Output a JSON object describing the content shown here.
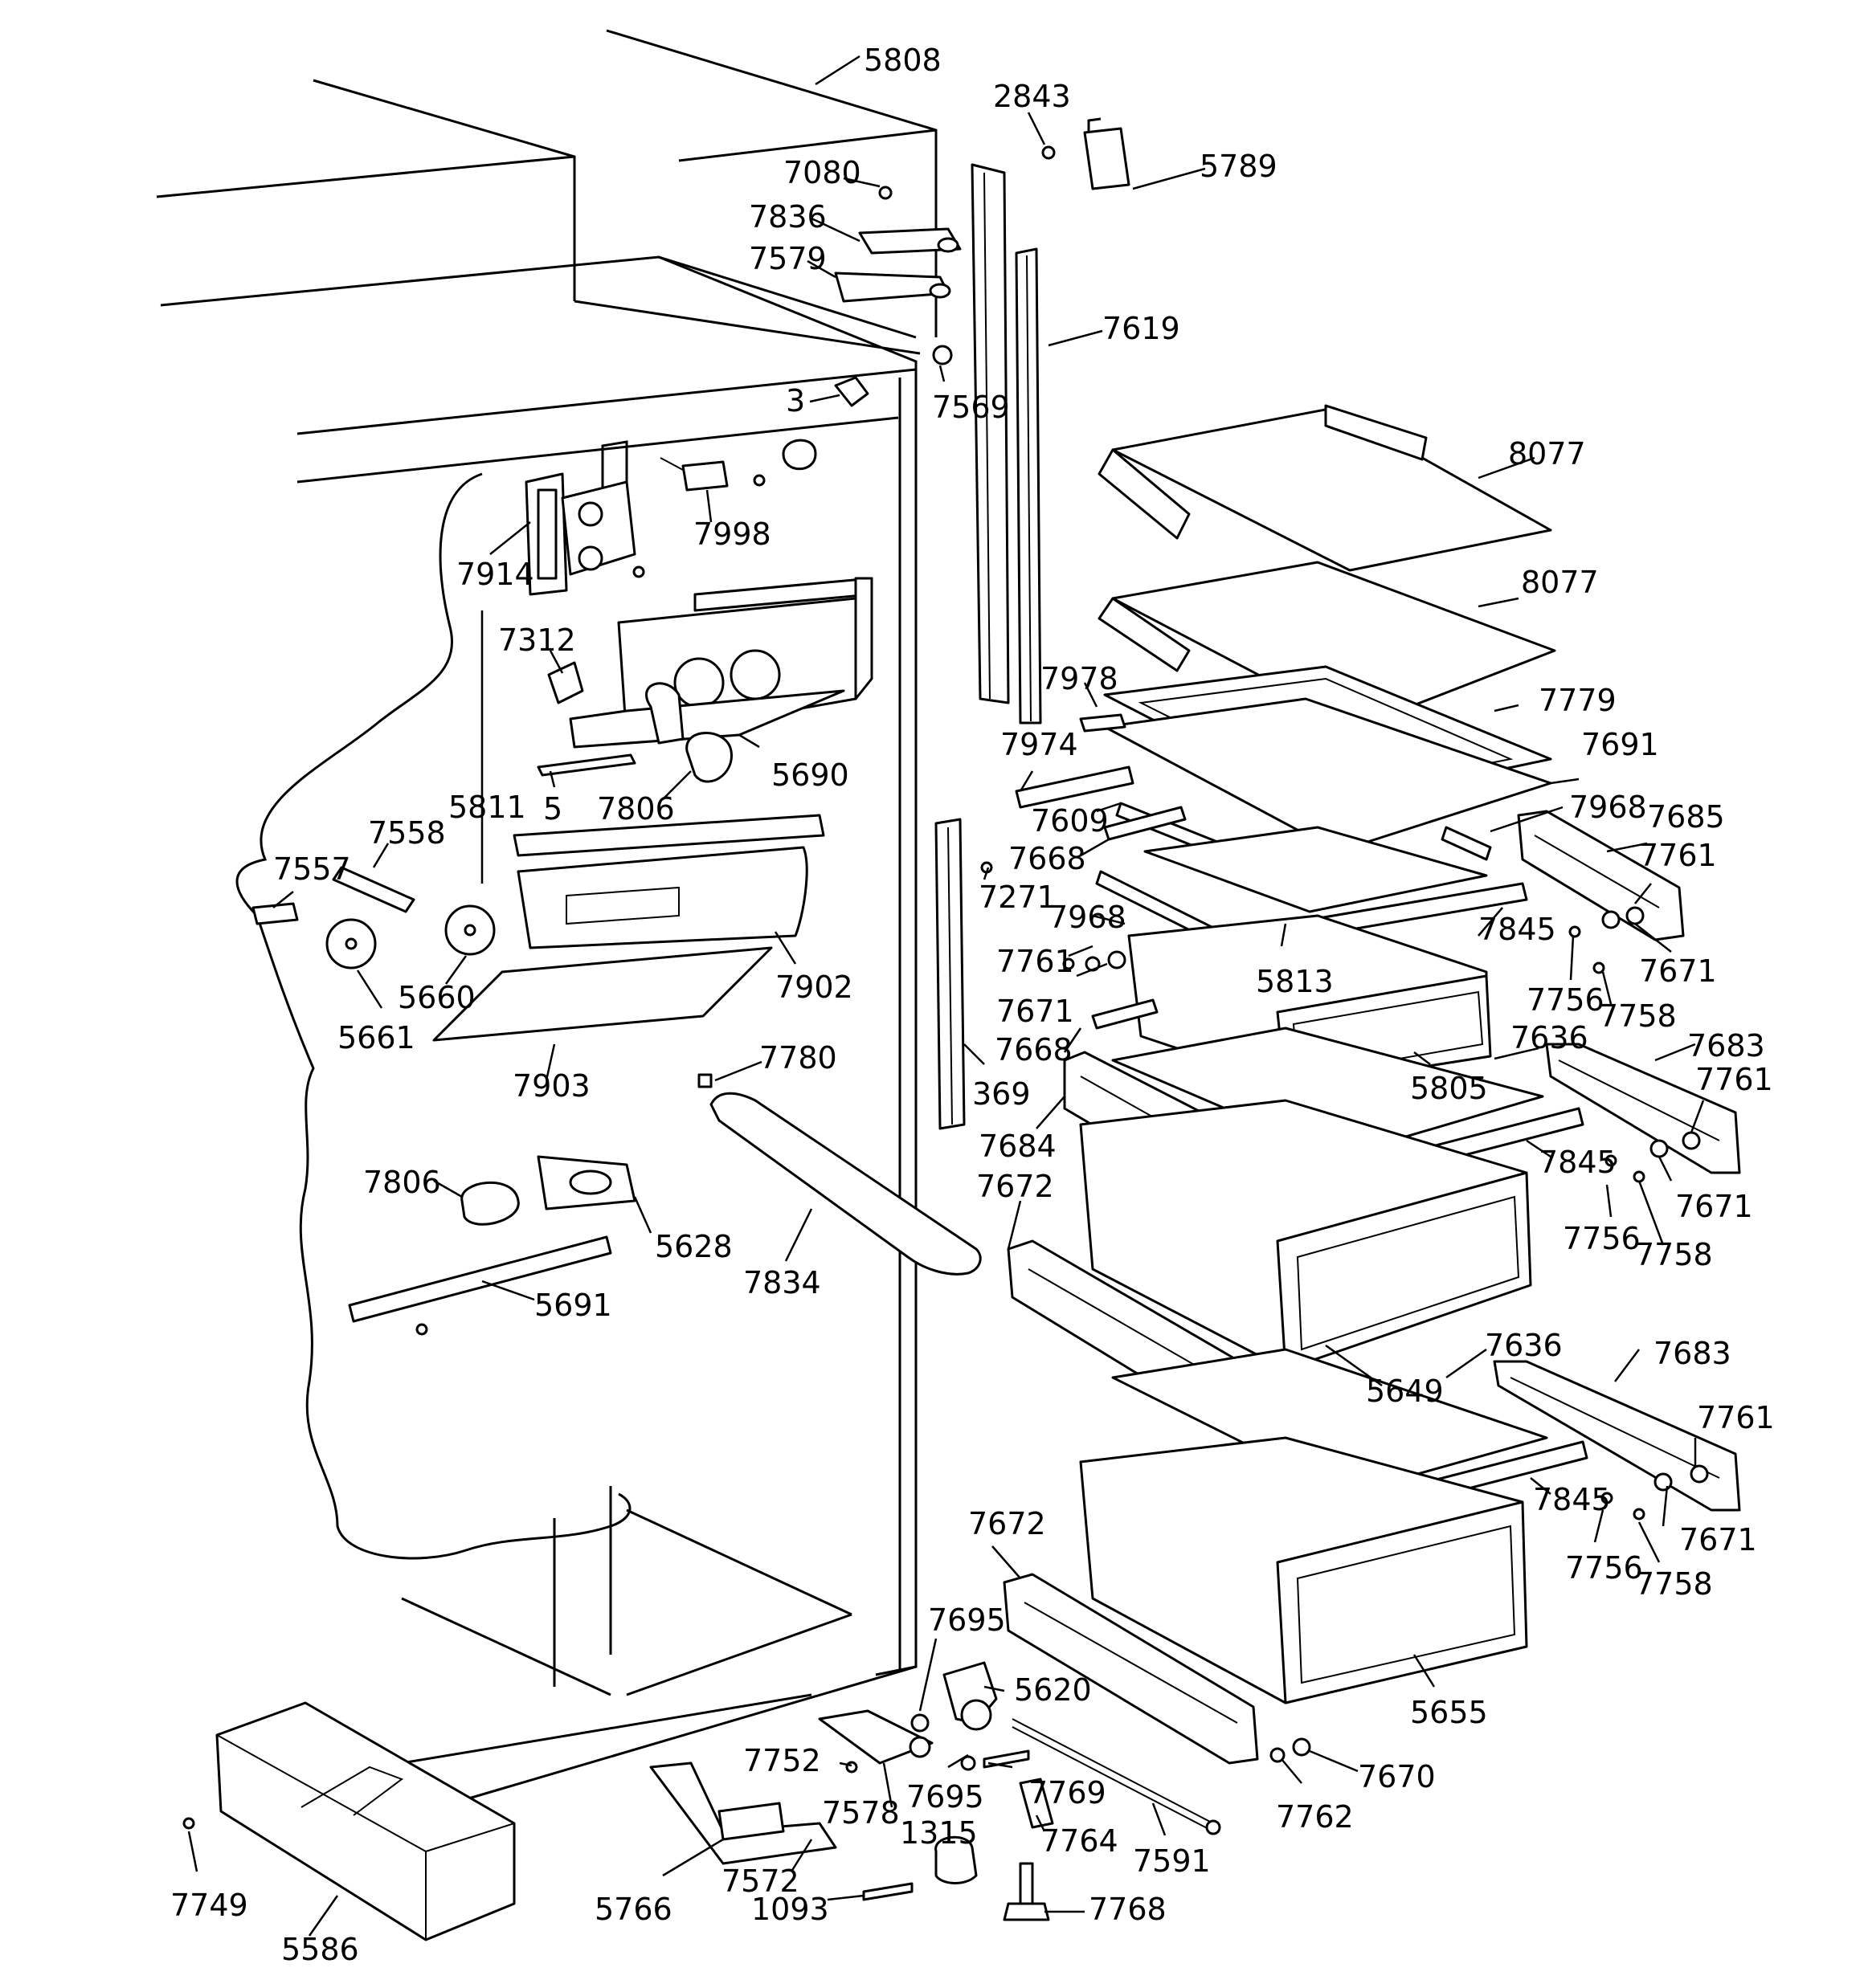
{
  "labels": [
    {
      "id": "5808",
      "text": "5808"
    },
    {
      "id": "2843",
      "text": "2843"
    },
    {
      "id": "7080",
      "text": "7080"
    },
    {
      "id": "5789",
      "text": "5789"
    },
    {
      "id": "7836",
      "text": "7836"
    },
    {
      "id": "7579",
      "text": "7579"
    },
    {
      "id": "7619",
      "text": "7619"
    },
    {
      "id": "7569",
      "text": "7569"
    },
    {
      "id": "3",
      "text": "3"
    },
    {
      "id": "8077a",
      "text": "8077"
    },
    {
      "id": "7998",
      "text": "7998"
    },
    {
      "id": "7914",
      "text": "7914"
    },
    {
      "id": "8077b",
      "text": "8077"
    },
    {
      "id": "7312",
      "text": "7312"
    },
    {
      "id": "7978",
      "text": "7978"
    },
    {
      "id": "7779",
      "text": "7779"
    },
    {
      "id": "7974",
      "text": "7974"
    },
    {
      "id": "7691",
      "text": "7691"
    },
    {
      "id": "5690",
      "text": "5690"
    },
    {
      "id": "5",
      "text": "5"
    },
    {
      "id": "7806a",
      "text": "7806"
    },
    {
      "id": "7609",
      "text": "7609"
    },
    {
      "id": "7968a",
      "text": "7968"
    },
    {
      "id": "7685",
      "text": "7685"
    },
    {
      "id": "5811",
      "text": "5811"
    },
    {
      "id": "7558",
      "text": "7558"
    },
    {
      "id": "7668a",
      "text": "7668"
    },
    {
      "id": "7761a",
      "text": "7761"
    },
    {
      "id": "7557",
      "text": "7557"
    },
    {
      "id": "7271",
      "text": "7271"
    },
    {
      "id": "7968b",
      "text": "7968"
    },
    {
      "id": "7845a",
      "text": "7845"
    },
    {
      "id": "7761b",
      "text": "7761"
    },
    {
      "id": "5813",
      "text": "5813"
    },
    {
      "id": "7756a",
      "text": "7756"
    },
    {
      "id": "7671a",
      "text": "7671"
    },
    {
      "id": "5660",
      "text": "5660"
    },
    {
      "id": "7902",
      "text": "7902"
    },
    {
      "id": "7671b",
      "text": "7671"
    },
    {
      "id": "7758a",
      "text": "7758"
    },
    {
      "id": "7636a",
      "text": "7636"
    },
    {
      "id": "5661",
      "text": "5661"
    },
    {
      "id": "7780",
      "text": "7780"
    },
    {
      "id": "7668b",
      "text": "7668"
    },
    {
      "id": "7683a",
      "text": "7683"
    },
    {
      "id": "7903",
      "text": "7903"
    },
    {
      "id": "369",
      "text": "369"
    },
    {
      "id": "5805",
      "text": "5805"
    },
    {
      "id": "7761c",
      "text": "7761"
    },
    {
      "id": "7684",
      "text": "7684"
    },
    {
      "id": "7845b",
      "text": "7845"
    },
    {
      "id": "7672a",
      "text": "7672"
    },
    {
      "id": "7806b",
      "text": "7806"
    },
    {
      "id": "7756b",
      "text": "7756"
    },
    {
      "id": "7671c",
      "text": "7671"
    },
    {
      "id": "5628",
      "text": "5628"
    },
    {
      "id": "7758b",
      "text": "7758"
    },
    {
      "id": "7834",
      "text": "7834"
    },
    {
      "id": "5691",
      "text": "5691"
    },
    {
      "id": "7636b",
      "text": "7636"
    },
    {
      "id": "7683b",
      "text": "7683"
    },
    {
      "id": "5649",
      "text": "5649"
    },
    {
      "id": "7761d",
      "text": "7761"
    },
    {
      "id": "7845c",
      "text": "7845"
    },
    {
      "id": "7672b",
      "text": "7672"
    },
    {
      "id": "7671d",
      "text": "7671"
    },
    {
      "id": "7756c",
      "text": "7756"
    },
    {
      "id": "7758c",
      "text": "7758"
    },
    {
      "id": "7695a",
      "text": "7695"
    },
    {
      "id": "5620",
      "text": "5620"
    },
    {
      "id": "5655",
      "text": "5655"
    },
    {
      "id": "7752",
      "text": "7752"
    },
    {
      "id": "7670",
      "text": "7670"
    },
    {
      "id": "7578",
      "text": "7578"
    },
    {
      "id": "7695b",
      "text": "7695"
    },
    {
      "id": "7769",
      "text": "7769"
    },
    {
      "id": "7762",
      "text": "7762"
    },
    {
      "id": "1315",
      "text": "1315"
    },
    {
      "id": "7764",
      "text": "7764"
    },
    {
      "id": "7591",
      "text": "7591"
    },
    {
      "id": "7749",
      "text": "7749"
    },
    {
      "id": "7572",
      "text": "7572"
    },
    {
      "id": "5766",
      "text": "5766"
    },
    {
      "id": "1093",
      "text": "1093"
    },
    {
      "id": "7768",
      "text": "7768"
    },
    {
      "id": "5586",
      "text": "5586"
    }
  ]
}
